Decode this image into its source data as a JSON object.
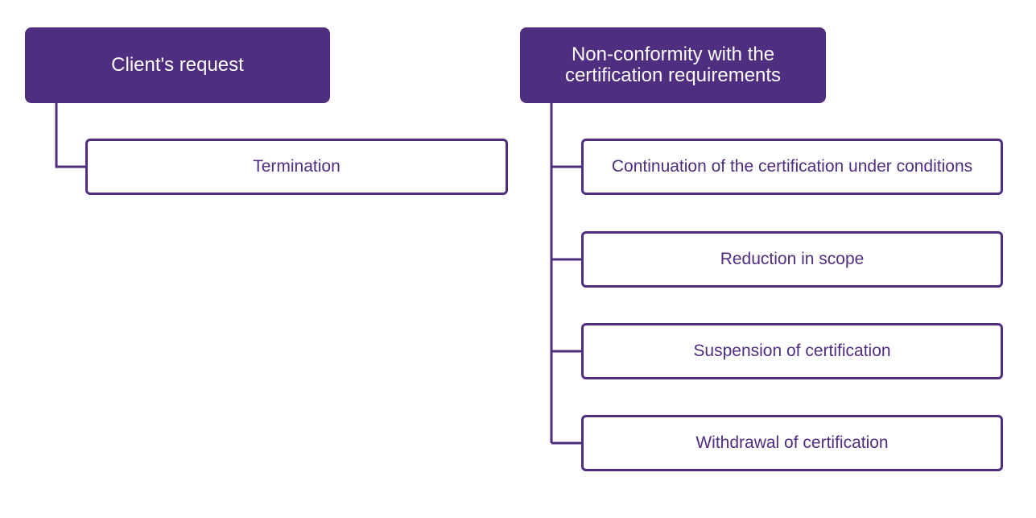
{
  "diagram": {
    "colors": {
      "primary": "#4f2d7f",
      "header_text": "#ffffff",
      "child_background": "#ffffff"
    },
    "groups": [
      {
        "header": "Client's request",
        "children": [
          "Termination"
        ]
      },
      {
        "header": "Non-conformity with the certification requirements",
        "children": [
          "Continuation of the certification under conditions",
          "Reduction in scope",
          "Suspension of certification",
          "Withdrawal of certification"
        ]
      }
    ]
  }
}
